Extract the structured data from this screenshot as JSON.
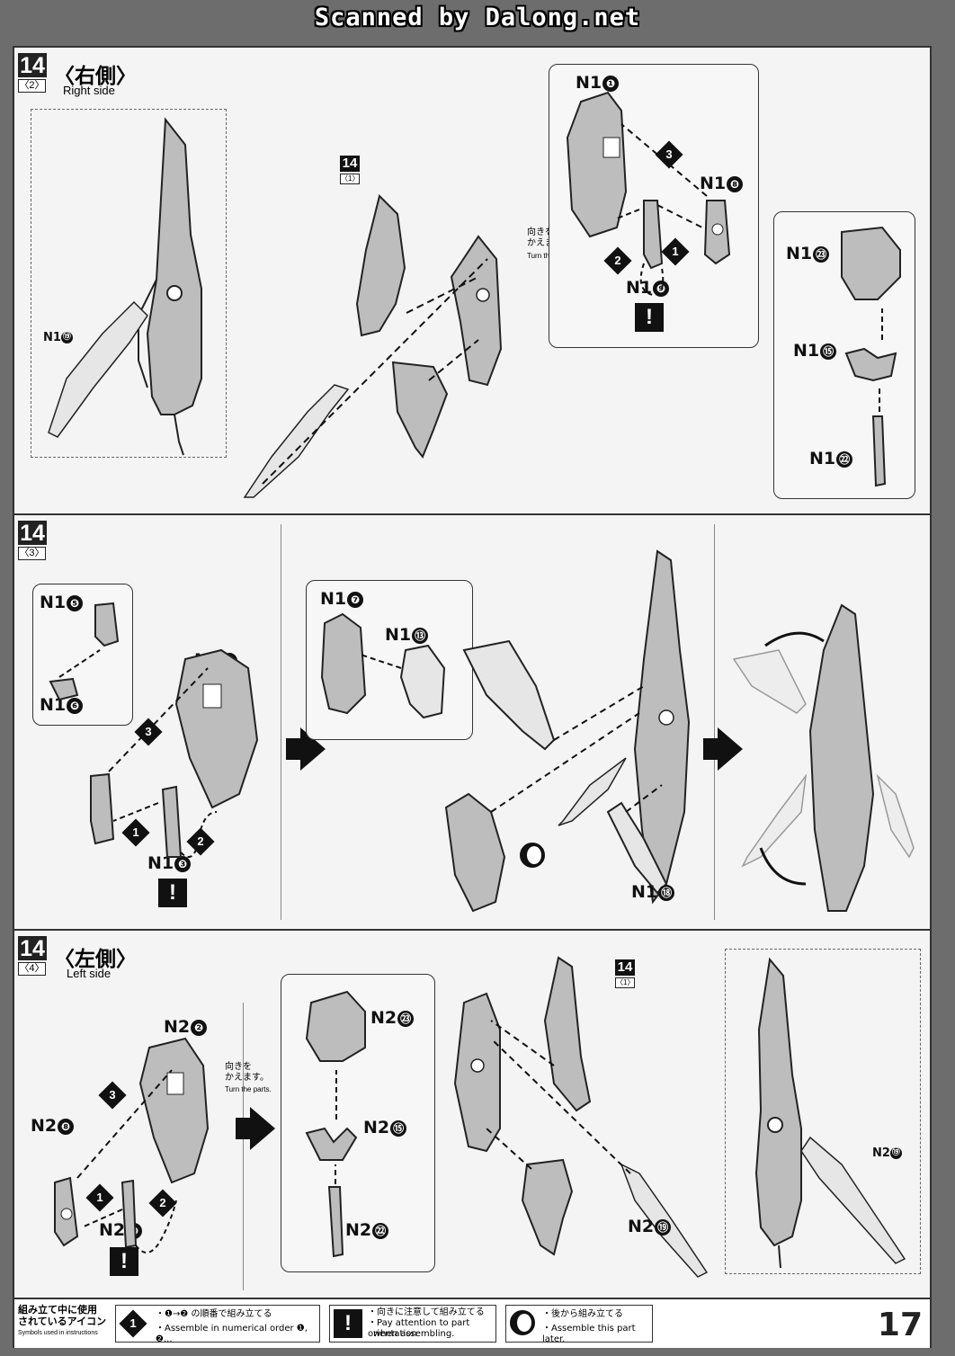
{
  "header": {
    "watermark": "Scanned by Dalong.net"
  },
  "steps": {
    "right_side": {
      "step": "14",
      "sub": "〈2〉",
      "jp": "〈右側〉",
      "en": "Right side"
    },
    "step3": {
      "step": "14",
      "sub": "〈3〉"
    },
    "left_side": {
      "step": "14",
      "sub": "〈4〉",
      "jp": "〈左側〉",
      "en": "Left side"
    }
  },
  "ref_step": {
    "step": "14",
    "sub": "〈1〉"
  },
  "turn_note": {
    "jp1": "向きを",
    "jp2": "かえます。",
    "en": "Turn the parts."
  },
  "parts": {
    "p1": "N1",
    "p2": "N2",
    "n19": "⑲",
    "n1": "❶",
    "n8": "❽",
    "n9": "❾",
    "n23": "㉓",
    "n15": "⑮",
    "n22": "㉒",
    "n5": "❺",
    "n6": "❻",
    "n2": "❷",
    "n3": "❸",
    "n7": "❼",
    "n13": "⑬",
    "n18": "⑱"
  },
  "order": {
    "one": "1",
    "two": "2",
    "three": "3"
  },
  "warn": "!",
  "legend": {
    "title1": "組み立て中に使用",
    "title2": "されているアイコン",
    "sub": "Symbols used in instructions",
    "i1_jp": "・❶→❷ の順番で組み立てる",
    "i1_en": "・Assemble in numerical order ❶, ❷...",
    "i2_jp": "・向きに注意して組み立てる",
    "i2_en": "・Pay attention to part orientation",
    "i2_en2": "when assembling.",
    "i3_jp": "・後から組み立てる",
    "i3_en": "・Assemble this part later.",
    "num": "1",
    "warn": "!",
    "page": "17"
  }
}
